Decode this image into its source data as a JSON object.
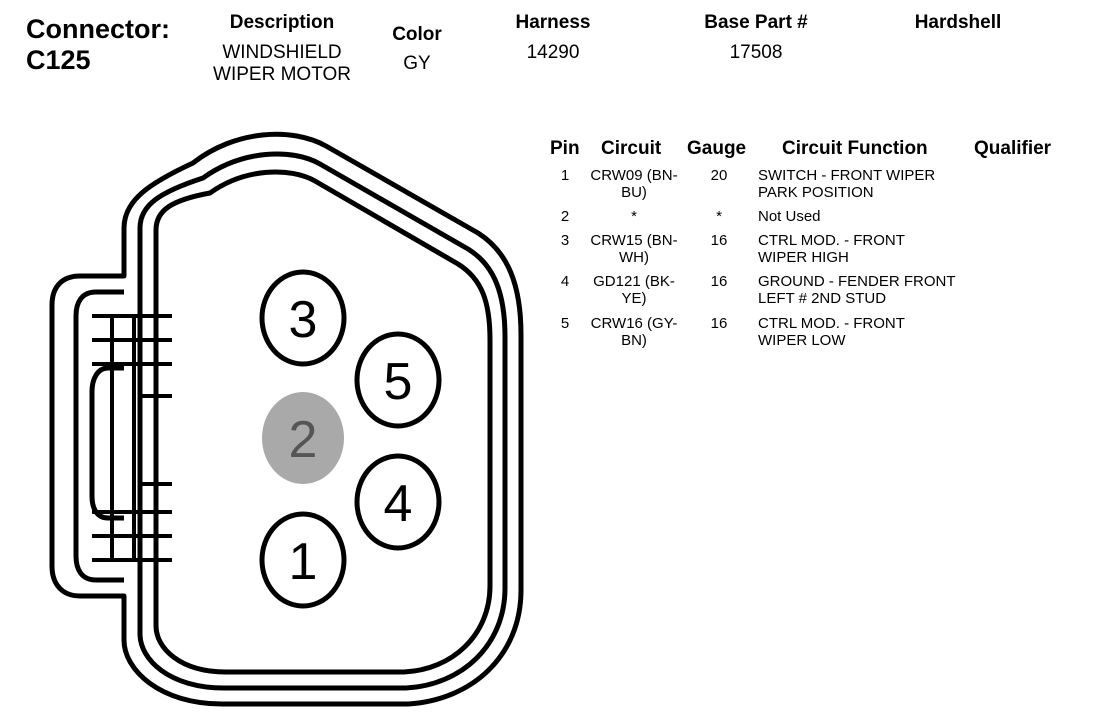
{
  "connector": {
    "label": "Connector:",
    "id": "C125"
  },
  "header": {
    "description_label": "Description",
    "description_lines": [
      "WINDSHIELD",
      "WIPER MOTOR"
    ],
    "color_label": "Color",
    "color_value": "GY",
    "harness_label": "Harness",
    "harness_value": "14290",
    "base_part_label": "Base Part #",
    "base_part_value": "17508",
    "hardshell_label": "Hardshell"
  },
  "table": {
    "columns": [
      "Pin",
      "Circuit",
      "Gauge",
      "Circuit Function",
      "Qualifier"
    ],
    "rows": [
      {
        "pin": "1",
        "circuit": [
          "CRW09 (BN-",
          "BU)"
        ],
        "gauge": "20",
        "function": [
          "SWITCH - FRONT WIPER",
          "PARK POSITION"
        ]
      },
      {
        "pin": "2",
        "circuit": [
          "*"
        ],
        "gauge": "*",
        "function": [
          "Not Used"
        ]
      },
      {
        "pin": "3",
        "circuit": [
          "CRW15 (BN-",
          "WH)"
        ],
        "gauge": "16",
        "function": [
          "CTRL MOD. - FRONT",
          "WIPER HIGH"
        ]
      },
      {
        "pin": "4",
        "circuit": [
          "GD121 (BK-",
          "YE)"
        ],
        "gauge": "16",
        "function": [
          "GROUND - FENDER FRONT",
          "LEFT # 2ND STUD"
        ]
      },
      {
        "pin": "5",
        "circuit": [
          "CRW16 (GY-",
          "BN)"
        ],
        "gauge": "16",
        "function": [
          "CTRL MOD. - FRONT",
          "WIPER LOW"
        ]
      }
    ]
  },
  "pins": [
    {
      "label": "3",
      "used": true
    },
    {
      "label": "5",
      "used": true
    },
    {
      "label": "2",
      "used": false
    },
    {
      "label": "4",
      "used": true
    },
    {
      "label": "1",
      "used": true
    }
  ],
  "colors": {
    "unused_pin_fill": "#a9a9a9",
    "outline": "#000000",
    "background": "#ffffff"
  }
}
